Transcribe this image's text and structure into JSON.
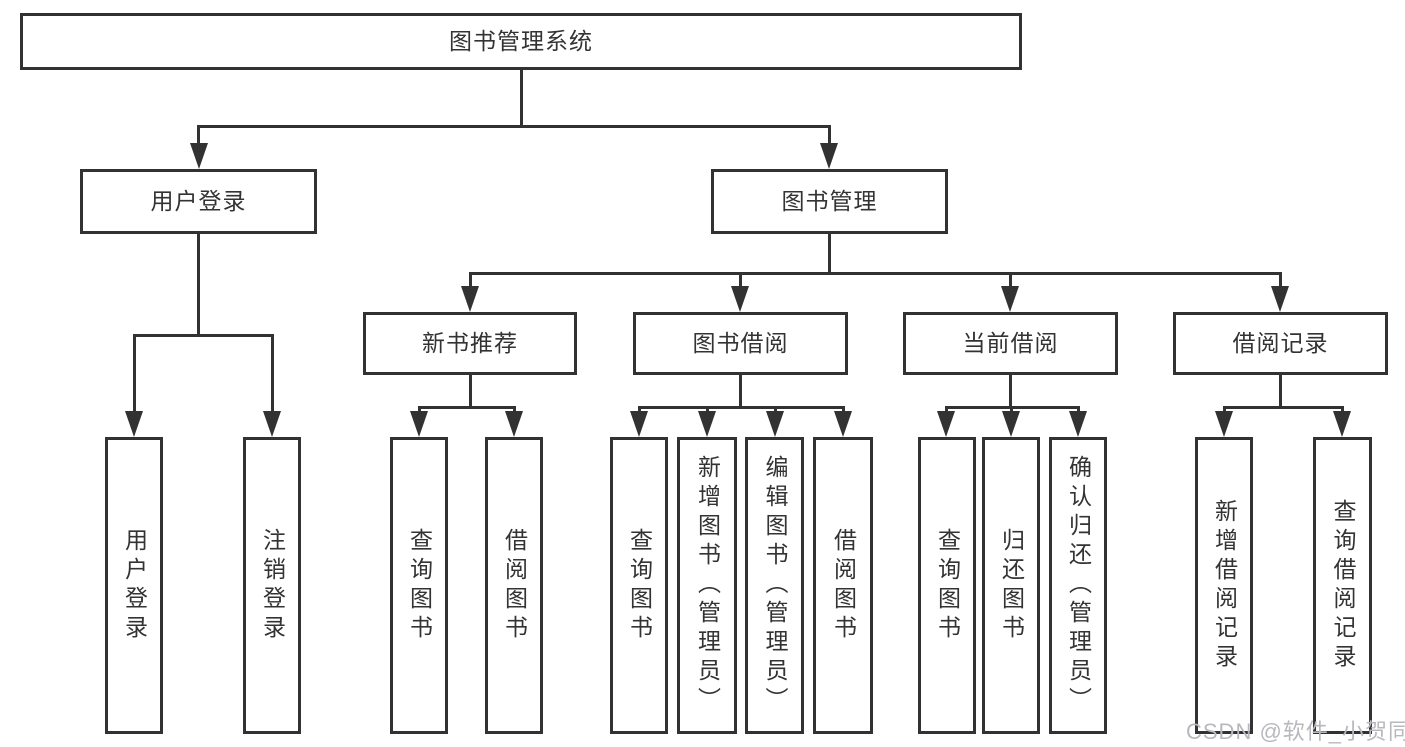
{
  "diagram": {
    "root": {
      "label": "图书管理系统"
    },
    "level2": [
      {
        "label": "用户登录"
      },
      {
        "label": "图书管理"
      }
    ],
    "level3": [
      {
        "label": "新书推荐"
      },
      {
        "label": "图书借阅"
      },
      {
        "label": "当前借阅"
      },
      {
        "label": "借阅记录"
      }
    ],
    "leaves": [
      "用户登录",
      "注销登录",
      "查询图书",
      "借阅图书",
      "查询图书",
      "新增图书（管理员）",
      "编辑图书（管理员）",
      "借阅图书",
      "查询图书",
      "归还图书",
      "确认归还（管理员）",
      "新增借阅记录",
      "查询借阅记录"
    ],
    "colors": {
      "line": "#323232",
      "text": "#333333",
      "watermark": "#b8b8be"
    }
  },
  "watermark": {
    "text": "CSDN @软件_小贺同学"
  }
}
